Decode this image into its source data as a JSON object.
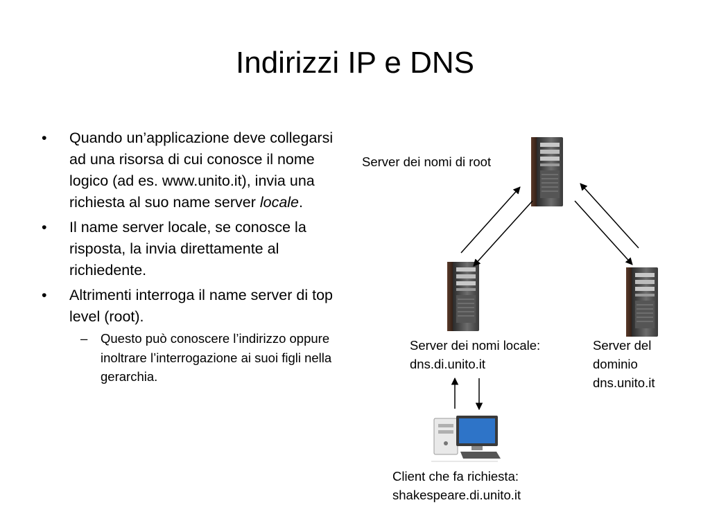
{
  "slide": {
    "title": "Indirizzi IP e DNS",
    "bullets": [
      {
        "before": "Quando un’applicazione deve collegarsi ad una risorsa di cui conosce il nome logico (ad es. www.unito.it), invia una richiesta al suo name server ",
        "emphasis": "locale",
        "after": "."
      },
      {
        "text": "Il name server locale, se conosce la risposta, la invia direttamente al richiedente."
      },
      {
        "text": "Altrimenti interroga il name server di top level (root)."
      }
    ],
    "sub_bullet": "Questo può conoscere l’indirizzo oppure inoltrare l’interrogazione ai suoi figli nella gerarchia.",
    "bullet_marker": "•",
    "sub_bullet_marker": "–"
  },
  "diagram": {
    "root_label": "Server dei nomi di root",
    "local_label_line1": "Server dei nomi locale:",
    "local_label_line2": "dns.di.unito.it",
    "domain_label_line1": "Server del",
    "domain_label_line2": "dominio",
    "domain_label_line3": "dns.unito.it",
    "client_label_line1": "Client che fa richiesta:",
    "client_label_line2": "shakespeare.di.unito.it"
  },
  "icons": [
    "server-tower-icon",
    "desktop-computer-icon"
  ]
}
